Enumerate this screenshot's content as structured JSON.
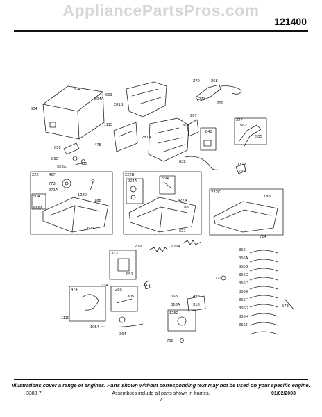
{
  "watermark": "AppliancePartsPros.com",
  "diagram_number": "121400",
  "footer": {
    "disclaimer": "Illustrations cover a range of engines. Parts shown without corresponding text may not be used on your specific engine.",
    "form_number": "3388-7",
    "assemblies_note": "Assemblies include all parts shown in frames.",
    "date": "01/02/2003",
    "page_number": "7"
  },
  "part_labels": [
    "604",
    "504",
    "504A",
    "663",
    "281B",
    "270",
    "268",
    "271",
    "269",
    "267",
    "265",
    "227",
    "562",
    "505",
    "843",
    "1113",
    "281A",
    "478",
    "652",
    "890",
    "485",
    "652A",
    "632",
    "1172",
    "792",
    "222",
    "427",
    "773",
    "271A",
    "1230",
    "188",
    "504",
    "686A",
    "621",
    "222B",
    "904A",
    "99A",
    "427A",
    "188",
    "621",
    "222C",
    "188",
    "714",
    "209",
    "209A",
    "356",
    "356A",
    "356B",
    "356C",
    "356D",
    "356E",
    "356F",
    "356G",
    "356H",
    "356J",
    "578",
    "333",
    "851",
    "729",
    "334",
    "474",
    "285",
    "1305",
    "347",
    "668",
    "493",
    "318A",
    "318",
    "1252",
    "1119",
    "364",
    "1054",
    "799"
  ],
  "frame_labels": [
    "222",
    "222B",
    "222C"
  ]
}
